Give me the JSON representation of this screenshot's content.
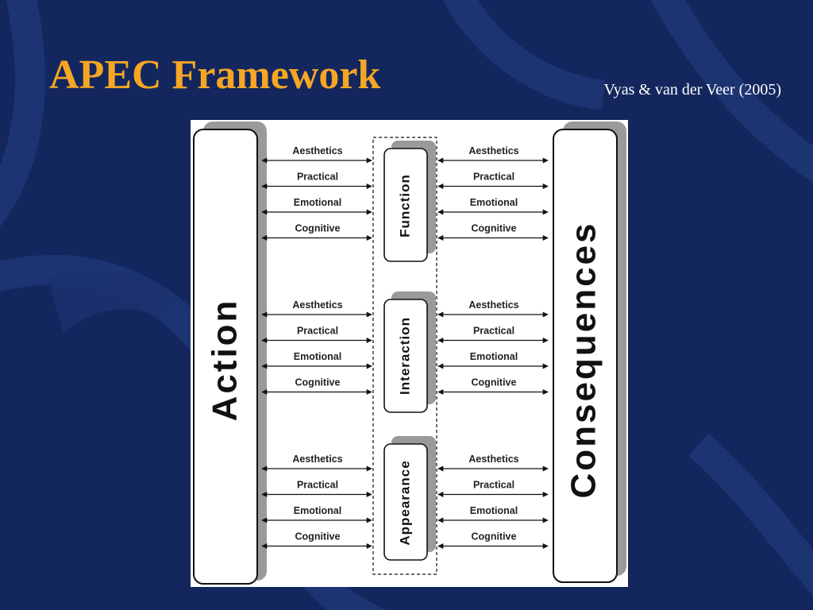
{
  "slide": {
    "title": "APEC Framework",
    "citation": "Vyas & van der Veer (2005)"
  },
  "diagram": {
    "left_box": "Action",
    "right_box": "Consequences",
    "middle_boxes": [
      "Function",
      "Interaction",
      "Appearance"
    ],
    "arrow_labels": [
      "Aesthetics",
      "Practical",
      "Emotional",
      "Cognitive"
    ]
  }
}
